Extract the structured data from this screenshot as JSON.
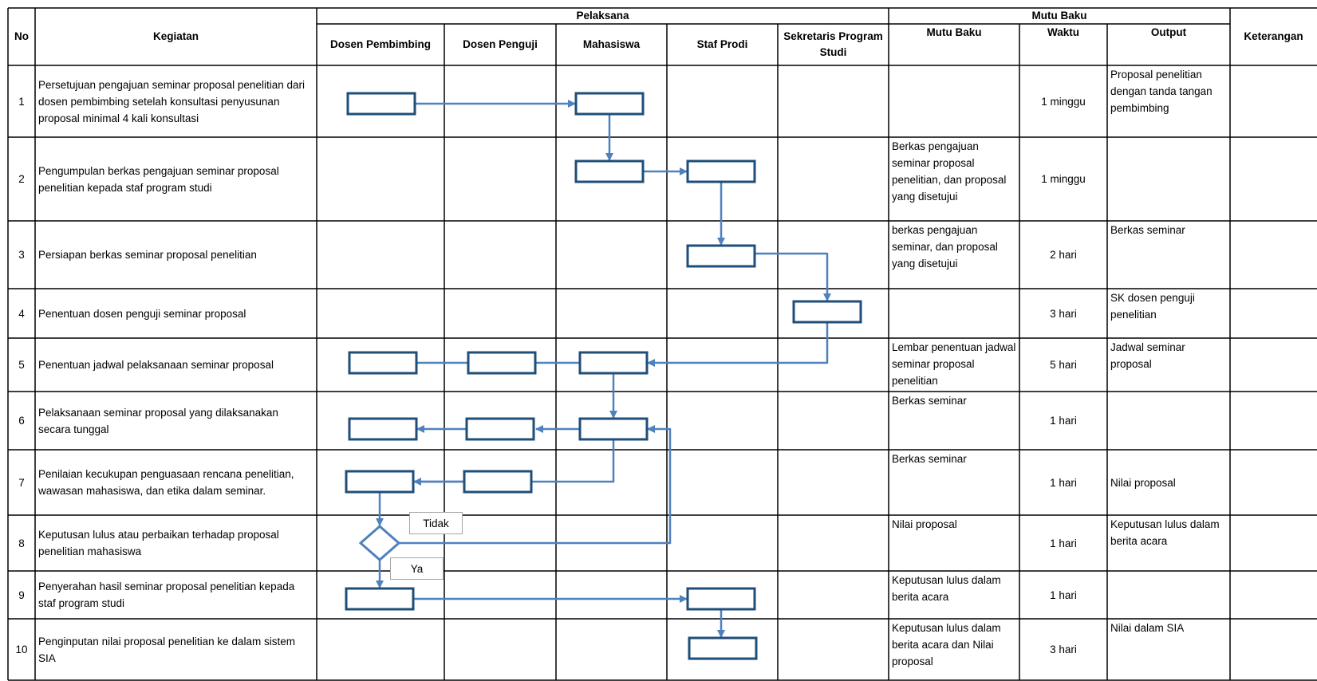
{
  "headers": {
    "no": "No",
    "kegiatan": "Kegiatan",
    "pelaksana": "Pelaksana",
    "mutu_baku_group": "Mutu Baku",
    "lanes": [
      "Dosen Pembimbing",
      "Dosen Penguji",
      "Mahasiswa",
      "Staf Prodi",
      "Sekretaris Program Studi"
    ],
    "mutu_baku": "Mutu Baku",
    "waktu": "Waktu",
    "output": "Output",
    "keterangan": "Keterangan"
  },
  "rows": [
    {
      "no": "1",
      "kegiatan": "Persetujuan pengajuan seminar proposal penelitian dari dosen pembimbing setelah konsultasi penyusunan proposal minimal 4 kali konsultasi",
      "mutu_baku": "",
      "waktu": "1 minggu",
      "output": "Proposal penelitian dengan tanda tangan pembimbing"
    },
    {
      "no": "2",
      "kegiatan": "Pengumpulan  berkas pengajuan seminar proposal penelitian kepada staf program studi",
      "mutu_baku": "Berkas pengajuan seminar proposal penelitian, dan proposal yang disetujui",
      "waktu": "1 minggu",
      "output": ""
    },
    {
      "no": "3",
      "kegiatan": "Persiapan berkas seminar proposal penelitian",
      "mutu_baku": "berkas pengajuan seminar, dan proposal yang disetujui",
      "waktu": "2 hari",
      "output": "Berkas seminar"
    },
    {
      "no": "4",
      "kegiatan": "Penentuan dosen penguji seminar proposal",
      "mutu_baku": "",
      "waktu": "3 hari",
      "output": "SK dosen penguji penelitian"
    },
    {
      "no": "5",
      "kegiatan": "Penentuan jadwal pelaksanaan seminar proposal",
      "mutu_baku": "Lembar penentuan jadwal seminar proposal penelitian",
      "waktu": "5 hari",
      "output": "Jadwal seminar proposal"
    },
    {
      "no": "6",
      "kegiatan": "Pelaksanaan seminar proposal yang dilaksanakan secara tunggal",
      "mutu_baku": "Berkas seminar",
      "waktu": "1 hari",
      "output": ""
    },
    {
      "no": "7",
      "kegiatan": "Penilaian kecukupan penguasaan rencana penelitian, wawasan mahasiswa, dan etika dalam seminar.",
      "mutu_baku": "Berkas seminar",
      "waktu": "1 hari",
      "output": "Nilai proposal"
    },
    {
      "no": "8",
      "kegiatan": "Keputusan lulus atau perbaikan terhadap proposal penelitian mahasiswa",
      "mutu_baku": "Nilai proposal",
      "waktu": "1 hari",
      "output": "Keputusan lulus dalam berita acara"
    },
    {
      "no": "9",
      "kegiatan": "Penyerahan hasil seminar proposal penelitian kepada staf program studi",
      "mutu_baku": "Keputusan lulus dalam berita acara",
      "waktu": "1 hari",
      "output": ""
    },
    {
      "no": "10",
      "kegiatan": "Penginputan nilai proposal penelitian ke dalam sistem SIA",
      "mutu_baku": "Keputusan lulus dalam berita acara dan Nilai proposal",
      "waktu": "3 hari",
      "output": "Nilai dalam SIA"
    }
  ],
  "decision_labels": {
    "tidak": "Tidak",
    "ya": "Ya"
  },
  "colors": {
    "flow": "#4f81bd",
    "box_border": "#1f4e79",
    "grid": "#000000"
  }
}
